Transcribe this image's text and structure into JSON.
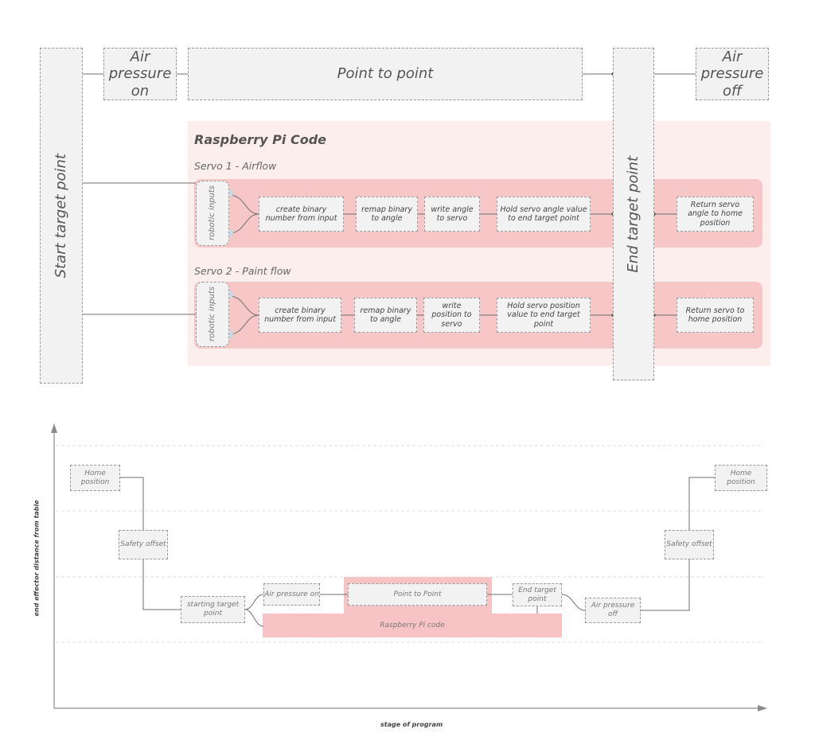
{
  "top": {
    "start_target_point": "Start target point",
    "air_pressure_on": "Air pressure on",
    "point_to_point": "Point to point",
    "end_target_point": "End target point",
    "air_pressure_off": "Air pressure off",
    "rpi_heading": "Raspberry Pi Code",
    "servo1": {
      "title": "Servo 1 - Airflow",
      "inputs": "robotic inputs",
      "step1": "create binary number from input",
      "step2": "remap binary to angle",
      "step3": "write angle to servo",
      "step4": "Hold servo angle value to end target point",
      "step5": "Return servo angle to home position"
    },
    "servo2": {
      "title": "Servo 2 - Paint flow",
      "inputs": "robotic inputs",
      "step1": "create binary number from input",
      "step2": "remap binary to angle",
      "step3": "write position to servo",
      "step4": "Hold servo position value to end target point",
      "step5": "Return servo to home position"
    }
  },
  "bottom": {
    "y_axis_label": "end effector distance from table",
    "x_axis_label": "stage of program",
    "home_left": "Home position",
    "safety_left": "Safety offset",
    "starting_target": "starting target point",
    "air_on": "Air pressure on",
    "point_to_point": "Point to Point",
    "rpi_code": "Raspberry Pi code",
    "end_target": "End target point",
    "air_off": "Air pressure off",
    "safety_right": "Safety offset",
    "home_right": "Home position"
  },
  "colors": {
    "box_fill": "#f2f2f2",
    "box_border": "#9a9a9a",
    "pink_zone": "#fdeeee",
    "pink_strip": "#f7c6c6"
  }
}
